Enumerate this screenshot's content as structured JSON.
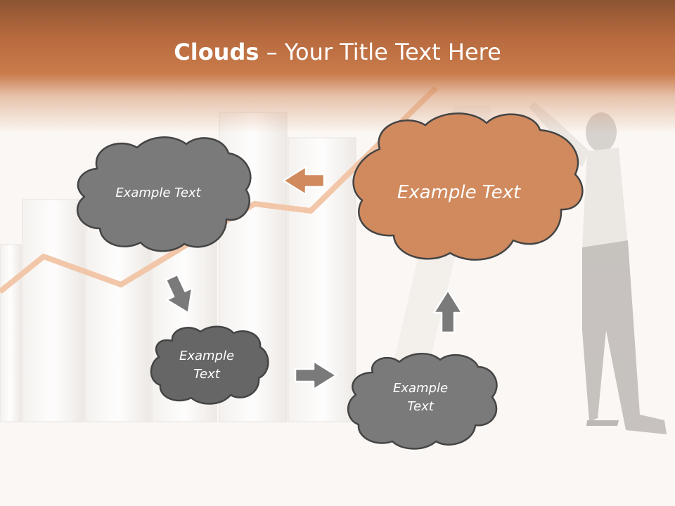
{
  "slide": {
    "title_bold": "Clouds",
    "title_separator": " – ",
    "title_rest": "Your Title Text Here"
  },
  "clouds": [
    {
      "id": "top-left",
      "text": "Example Text",
      "fill": "#7a7a7a"
    },
    {
      "id": "top-right",
      "text": "Example Text",
      "fill": "#d08a5e"
    },
    {
      "id": "middle-left",
      "text": "Example Text",
      "fill": "#666666"
    },
    {
      "id": "bottom-right",
      "text": "Example Text",
      "fill": "#7a7a7a"
    }
  ],
  "colors": {
    "header_dark": "#8c5432",
    "header_accent": "#c97b4b",
    "arrow_orange": "#d08a5e",
    "arrow_gray": "#7a7a7a",
    "outline": "#444444"
  },
  "icons": [
    "arrow-left-icon",
    "arrow-down-icon",
    "arrow-right-icon",
    "arrow-up-icon"
  ]
}
